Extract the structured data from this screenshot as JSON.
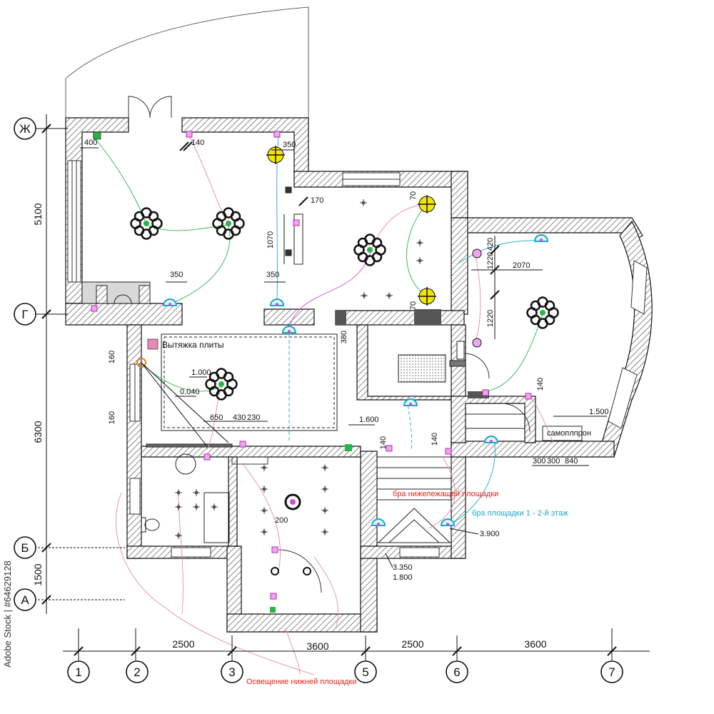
{
  "plan": {
    "axes_letters": [
      "Ж",
      "Г",
      "Б",
      "А"
    ],
    "axes_numbers": [
      "1",
      "2",
      "3",
      "5",
      "6",
      "7"
    ],
    "dims_left": [
      "5100",
      "6300",
      "1500"
    ],
    "dims_bottom": [
      "2500",
      "3600",
      "2500",
      "3600"
    ],
    "dims_small": {
      "d400": "400",
      "d140a": "140",
      "d350a": "350",
      "d170": "170",
      "d1070": "1070",
      "d350b": "350",
      "d350c": "350",
      "d70a": "70",
      "d70b": "70",
      "d420": "420",
      "d1220a": "1220",
      "d2070": "2070",
      "d1220b": "1220",
      "d380": "380",
      "d160a": "160",
      "d160b": "160",
      "d1000": "1.000",
      "d0040": "0.040",
      "d650": "650",
      "d430": "430",
      "d230": "230",
      "d1600": "1.600",
      "d140b": "140",
      "d140c": "140",
      "d140d": "140",
      "d1500": "1.500",
      "d300a": "300",
      "d300b": "300",
      "d840": "840",
      "d200": "200",
      "d3350": "3.350",
      "d1800": "1.800",
      "d3900": "3.900"
    },
    "labels": {
      "hood": "Вытяжка плиты",
      "sconce_lower": "бра нижележащей площадки",
      "sconce_landing": "бра площадки 1 - 2-й этаж",
      "lower_lighting": "Освещение нижней площадки",
      "panel_label": "самоплпрон"
    },
    "watermark": "Adobe Stock | #64629128",
    "colors": {
      "wall_hatch": "#8a8a8a",
      "red_note": "#e0241b",
      "cyan_note": "#1aa6c9",
      "fixture_yellow": "#f2e600",
      "switch_magenta": "#d44ad4",
      "wire_green": "#2bb34a"
    }
  }
}
